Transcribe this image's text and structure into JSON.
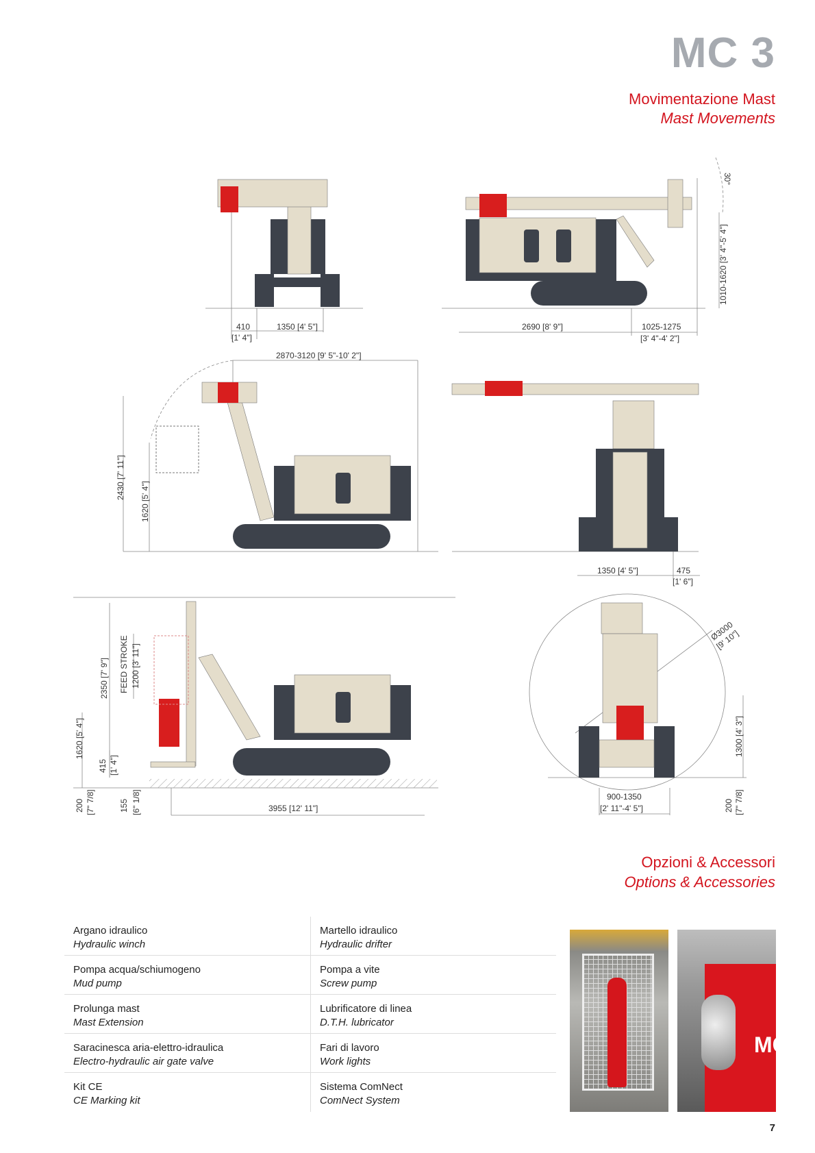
{
  "header": {
    "title": "MC 3"
  },
  "section_mast": {
    "title_it": "Movimentazione Mast",
    "title_en": "Mast Movements"
  },
  "dimensions": {
    "front_410": "410",
    "front_410_imp": "[1' 4\"]",
    "front_1350": "1350 [4' 5\"]",
    "side_2690": "2690 [8' 9\"]",
    "side_1025": "1025-1275",
    "side_1025_imp": "[3' 4\"-4' 2\"]",
    "side_height": "1010-1620 [3' 4\"-5' 4\"]",
    "side_angle": "30°",
    "raise_reach": "2870-3120 [9' 5\"-10' 2\"]",
    "raise_2430": "2430 [7' 11\"]",
    "raise_1620": "1620 [5' 4\"]",
    "rear_1350": "1350 [4' 5\"]",
    "rear_475": "475",
    "rear_475_imp": "[1' 6\"]",
    "work_2350": "2350 [7' 9\"]",
    "work_feed": "FEED STROKE",
    "work_1200": "1200 [3' 11\"]",
    "work_1620": "1620 [5' 4\"]",
    "work_415": "415",
    "work_415_imp": "[1' 4\"]",
    "work_200": "200",
    "work_200_imp": "[7\" 7/8]",
    "work_155": "155",
    "work_155_imp": "[6\" 1/8]",
    "work_3955": "3955 [12' 11\"]",
    "circle_dia": "Ø3000",
    "circle_dia_imp": "[9' 10\"]",
    "circle_1300": "1300 [4' 3\"]",
    "circle_900": "900-1350",
    "circle_900_imp": "[2' 11\"-4' 5\"]",
    "circle_200": "200",
    "circle_200_imp": "[7\" 7/8]"
  },
  "section_options": {
    "title_it": "Opzioni & Accessori",
    "title_en": "Options & Accessories"
  },
  "options": [
    [
      {
        "it": "Argano idraulico",
        "en": "Hydraulic winch"
      },
      {
        "it": "Martello idraulico",
        "en": "Hydraulic drifter"
      }
    ],
    [
      {
        "it": "Pompa acqua/schiumogeno",
        "en": "Mud pump"
      },
      {
        "it": "Pompa a vite",
        "en": "Screw pump"
      }
    ],
    [
      {
        "it": "Prolunga mast",
        "en": "Mast Extension"
      },
      {
        "it": "Lubrificatore di linea",
        "en": "D.T.H. lubricator"
      }
    ],
    [
      {
        "it": "Saracinesca aria-elettro-idraulica",
        "en": "Electro-hydraulic air gate valve"
      },
      {
        "it": "Fari di lavoro",
        "en": "Work lights"
      }
    ],
    [
      {
        "it": "Kit CE",
        "en": "CE Marking kit"
      },
      {
        "it": "Sistema ComNect",
        "en": "ComNect System"
      }
    ]
  ],
  "photo_brand": "MC",
  "page_number": "7",
  "colors": {
    "accent": "#d3141e",
    "title_gray": "#a6aab0",
    "body_dark": "#3d424b",
    "beige": "#e4ddcb",
    "head_red": "#d81e1e"
  }
}
